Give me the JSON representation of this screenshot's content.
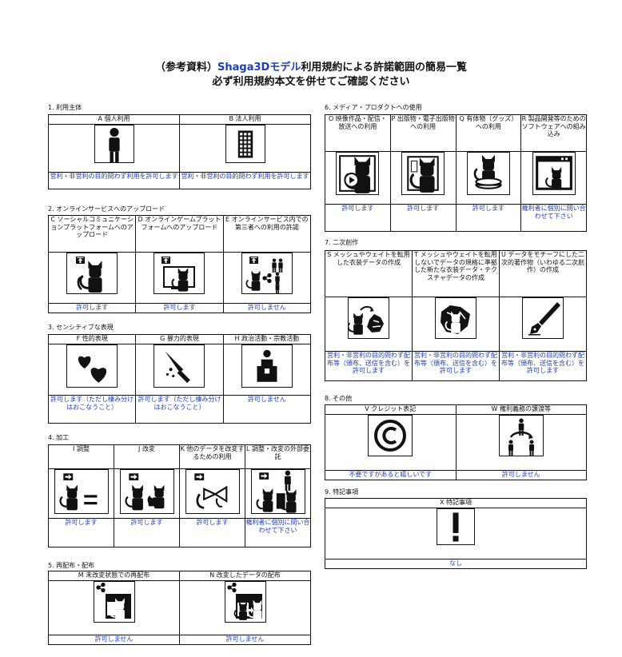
{
  "title": {
    "line1_pre": "（参考資料）",
    "line1_hl": "Shaga3Dモデル",
    "line1_post": "利用規約による許諾範囲の簡易一覧",
    "line2": "必ず利用規約本文を併せてご確認ください"
  },
  "sections": [
    {
      "id": "s1",
      "title": "1. 利用主体",
      "items": [
        {
          "header": "A 個人利用",
          "icon": "person-icon",
          "permission": "営利・非営利の目的問わず利用を許可します"
        },
        {
          "header": "B 法人利用",
          "icon": "building-icon",
          "permission": "営利・非営利の目的問わず利用を許可します"
        }
      ]
    },
    {
      "id": "s2",
      "title": "2. オンラインサービスへのアップロード",
      "items": [
        {
          "header": "C ソーシャルコミュニケーションプラットフォームへのアップロード",
          "icon": "upload-social-icon",
          "permission": "許可します"
        },
        {
          "header": "D オンラインゲームプラットフォームへのアップロード",
          "icon": "upload-game-icon",
          "permission": "許可します"
        },
        {
          "header": "E オンラインサービス内での第三者への利用の許諾",
          "icon": "share-third-party-icon",
          "permission": "許可しません"
        }
      ]
    },
    {
      "id": "s3",
      "title": "3. センシティブな表現",
      "items": [
        {
          "header": "F 性的表現",
          "icon": "hearts-icon",
          "permission": "許可します（ただし棲み分けはおこなうこと）"
        },
        {
          "header": "G 暴力的表現",
          "icon": "knife-icon",
          "permission": "許可します（ただし棲み分けはおこなうこと）"
        },
        {
          "header": "H 政治活動・宗教活動",
          "icon": "podium-icon",
          "permission": "許可しません"
        }
      ]
    },
    {
      "id": "s4",
      "title": "4. 加工",
      "items": [
        {
          "header": "I 調整",
          "icon": "adjust-icon",
          "permission": "許可します"
        },
        {
          "header": "J 改変",
          "icon": "modify-icon",
          "permission": "許可します"
        },
        {
          "header": "K 他のデータを改変するための利用",
          "icon": "bowtie-icon",
          "permission": "許可します"
        },
        {
          "header": "L 調整・改変の外部委託",
          "icon": "outsource-icon",
          "permission": "権利者に個別に問い合わせて下さい"
        }
      ]
    },
    {
      "id": "s5",
      "title": "5. 再配布・配布",
      "items": [
        {
          "header": "M 未改変状態での再配布",
          "icon": "redistribute-icon",
          "permission": "許可しません"
        },
        {
          "header": "N 改変したデータの配布",
          "icon": "distribute-modified-icon",
          "permission": "許可しません"
        }
      ]
    },
    {
      "id": "s6",
      "title": "6. メディア・プロダクトへの使用",
      "items": [
        {
          "header": "O 映像作品・配信・放送への利用",
          "icon": "video-icon",
          "permission": "許可します"
        },
        {
          "header": "P 出版物・電子出版物への利用",
          "icon": "publication-icon",
          "permission": "許可します"
        },
        {
          "header": "Q 有体物（グッズ）への利用",
          "icon": "figure-icon",
          "permission": "許可します"
        },
        {
          "header": "R 製品開発等のためのソフトウェアへの組み込み",
          "icon": "software-icon",
          "permission": "権利者に個別に問い合わせて下さい"
        }
      ]
    },
    {
      "id": "s7",
      "title": "7. 二次創作",
      "items": [
        {
          "header": "S メッシュやウェイトを転用した衣装データの作成",
          "icon": "costume-transfer-icon",
          "permission": "営利・非営利の目的問わず配布等（頒布、送信を含む）を許可します"
        },
        {
          "header": "T メッシュやウェイトを転用しないでデータの規格に準拠した新たな衣装データ・テクスチャデータの作成",
          "icon": "costume-new-icon",
          "permission": "営利・非営利の目的問わず配布等（頒布、送信を含む）を許可します"
        },
        {
          "header": "U データをモチーフにした二次的著作物（いわゆる二次創作）の作成",
          "icon": "pen-icon",
          "permission": "営利・非営利の目的問わず配布等（頒布、送信を含む）を許可します"
        }
      ]
    },
    {
      "id": "s8",
      "title": "8. その他",
      "items": [
        {
          "header": "V クレジット表記",
          "icon": "copyright-icon",
          "permission": "不要ですがあると嬉しいです"
        },
        {
          "header": "W 権利義務の譲渡等",
          "icon": "transfer-rights-icon",
          "permission": "許可しません"
        }
      ]
    },
    {
      "id": "s9",
      "title": "9. 特記事項",
      "items": [
        {
          "header": "X 特記事項",
          "icon": "exclamation-icon",
          "permission": "なし"
        }
      ]
    }
  ]
}
